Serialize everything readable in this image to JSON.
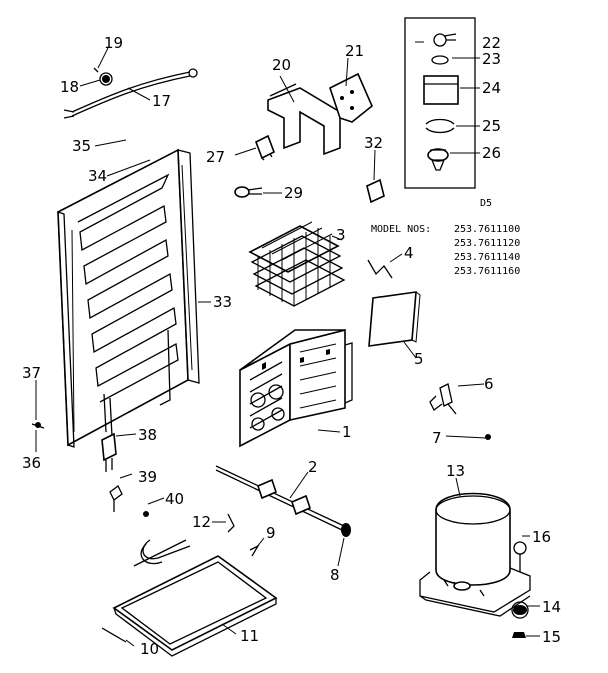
{
  "diagram": {
    "model_title": "MODEL NOS:",
    "model_numbers": [
      "253.7611100",
      "253.7611120",
      "253.7611140",
      "253.7611160"
    ],
    "corner_code": "D5",
    "callouts": {
      "c1": "1",
      "c2": "2",
      "c3": "3",
      "c4": "4",
      "c5": "5",
      "c6": "6",
      "c7": "7",
      "c8": "8",
      "c9": "9",
      "c10": "10",
      "c11": "11",
      "c12": "12",
      "c13": "13",
      "c14": "14",
      "c15": "15",
      "c16": "16",
      "c17": "17",
      "c18": "18",
      "c19": "19",
      "c20": "20",
      "c21": "21",
      "c22": "22",
      "c23": "23",
      "c24": "24",
      "c25": "25",
      "c26": "26",
      "c27": "27",
      "c29": "29",
      "c32": "32",
      "c33": "33",
      "c34": "34",
      "c35": "35",
      "c36": "36",
      "c37": "37",
      "c38": "38",
      "c39": "39",
      "c40": "40"
    }
  }
}
